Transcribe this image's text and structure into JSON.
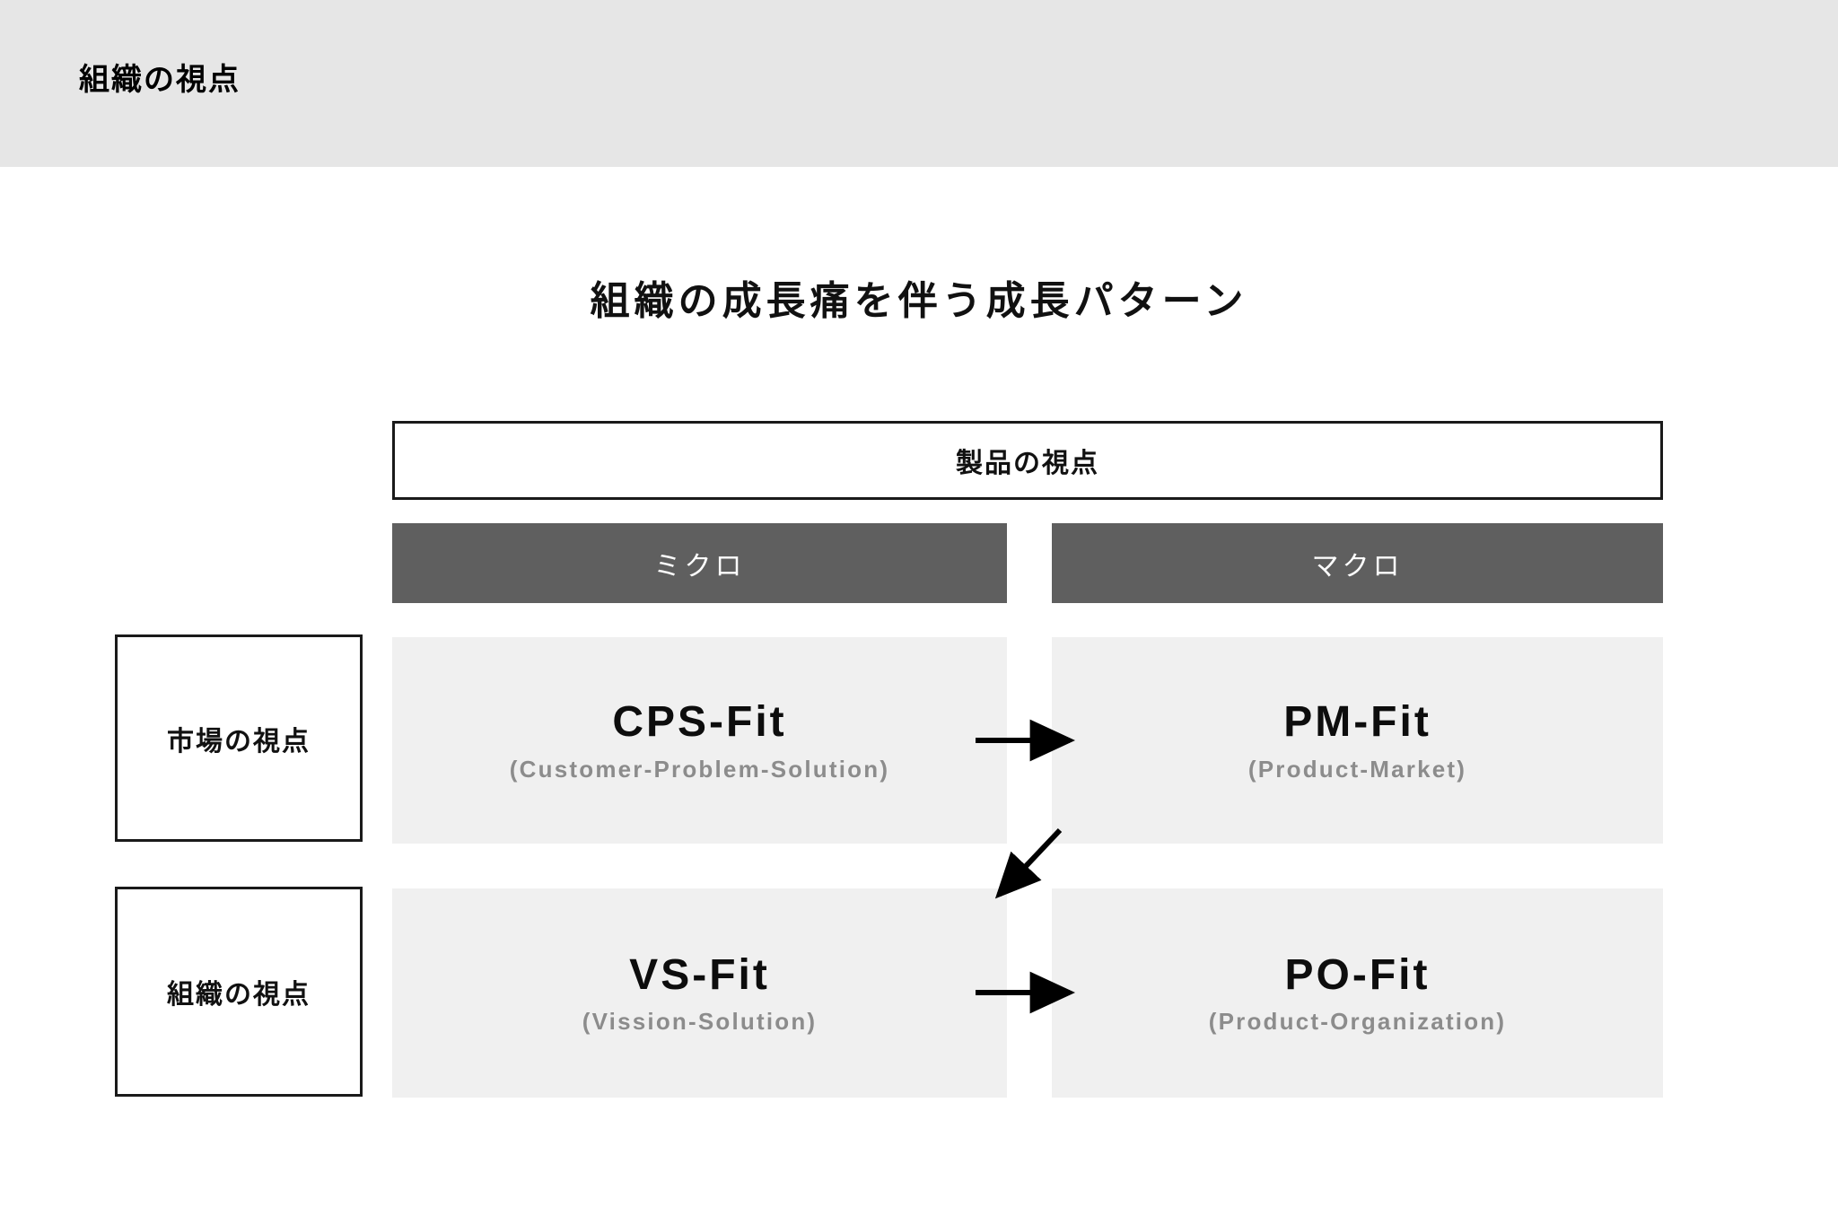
{
  "header": {
    "title": "組織の視点",
    "background": "#e6e6e6"
  },
  "slide": {
    "title": "組織の成長痛を伴う成長パターン"
  },
  "matrix": {
    "product_axis_label": "製品の視点",
    "columns": [
      {
        "id": "micro",
        "label": "ミクロ"
      },
      {
        "id": "macro",
        "label": "マクロ"
      }
    ],
    "rows": [
      {
        "id": "market",
        "label": "市場の視点"
      },
      {
        "id": "organization",
        "label": "組織の視点"
      }
    ],
    "cells": [
      {
        "id": "cps-fit",
        "row": "market",
        "column": "micro",
        "name": "CPS-Fit",
        "subtitle": "(Customer-Problem-Solution)"
      },
      {
        "id": "pm-fit",
        "row": "market",
        "column": "macro",
        "name": "PM-Fit",
        "subtitle": "(Product-Market)"
      },
      {
        "id": "vs-fit",
        "row": "organization",
        "column": "micro",
        "name": "VS-Fit",
        "subtitle": "(Vission-Solution)"
      },
      {
        "id": "po-fit",
        "row": "organization",
        "column": "macro",
        "name": "PO-Fit",
        "subtitle": "(Product-Organization)"
      }
    ],
    "arrows": [
      {
        "id": "cps-to-pm",
        "from": "cps-fit",
        "to": "pm-fit",
        "direction": "right"
      },
      {
        "id": "pm-to-vs",
        "from": "pm-fit",
        "to": "vs-fit",
        "direction": "diagonal-down-left"
      },
      {
        "id": "vs-to-po",
        "from": "vs-fit",
        "to": "po-fit",
        "direction": "right"
      }
    ]
  },
  "colors": {
    "header_band": "#e6e6e6",
    "column_header": "#5f5f5f",
    "cell_fill": "#f0f0f0",
    "subtitle_text": "#8c8c8c",
    "border": "#1a1a1a"
  }
}
